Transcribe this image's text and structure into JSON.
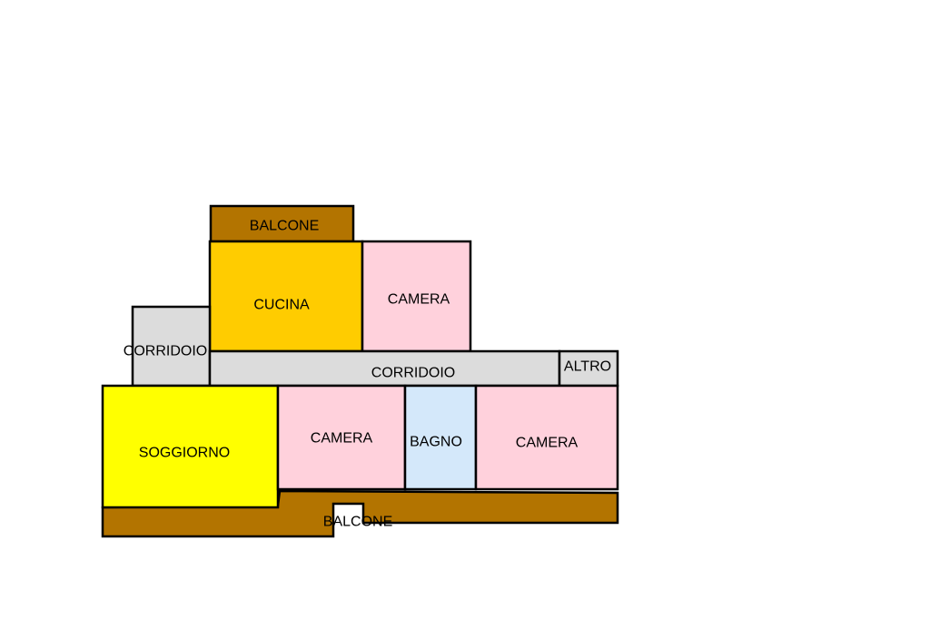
{
  "colors": {
    "balcone": "#B37400",
    "cucina": "#FFCC00",
    "camera": "#FFD1DC",
    "corridoio": "#DCDCDC",
    "soggiorno": "#FFFF00",
    "bagno": "#D4E8FA",
    "outline": "#000000",
    "background": "#FFFFFF"
  },
  "rooms": {
    "balcone_top": "BALCONE",
    "cucina": "CUCINA",
    "camera_top": "CAMERA",
    "corridoio_left": "CORRIDOIO",
    "corridoio_main": "CORRIDOIO",
    "altro": "ALTRO",
    "soggiorno": "SOGGIORNO",
    "camera_middle": "CAMERA",
    "bagno": "BAGNO",
    "camera_right": "CAMERA",
    "balcone_bottom": "BALCONE"
  }
}
